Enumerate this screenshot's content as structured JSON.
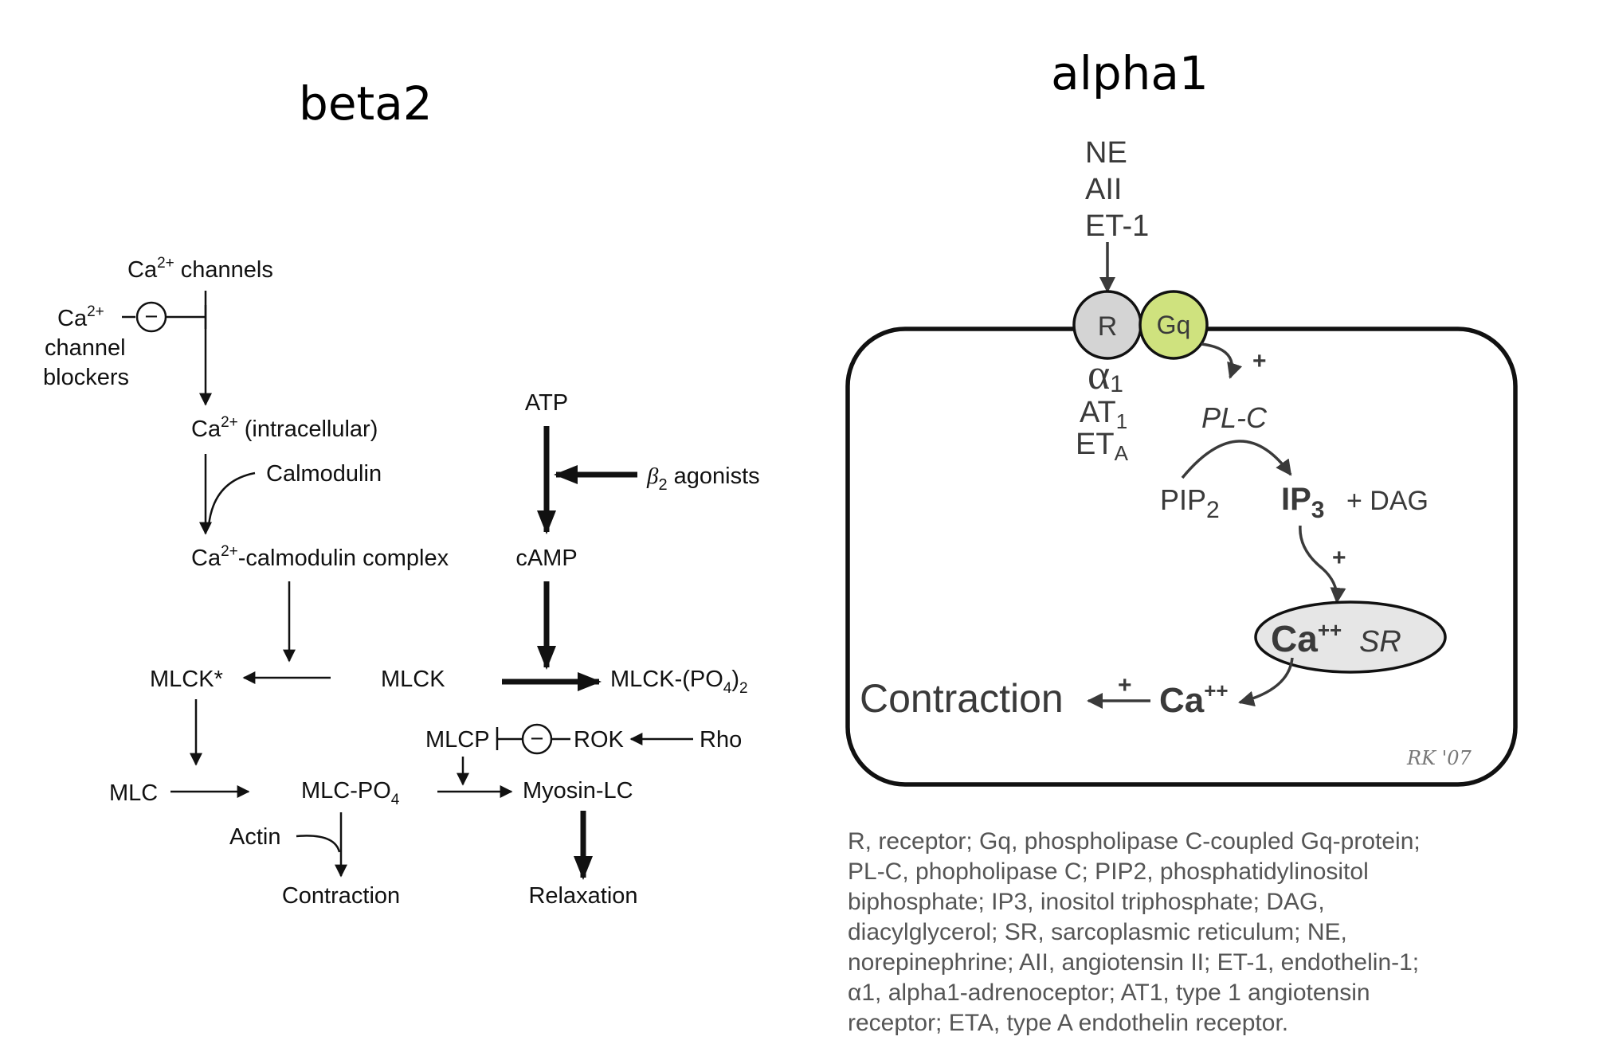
{
  "beta2": {
    "heading": "beta2",
    "ca2_channels": "channels",
    "ca2_pre": "Ca",
    "ca2_sup": "2+",
    "ca_blocker_top": "Ca",
    "ca_blocker_mid": "channel",
    "ca_blocker_bot": "blockers",
    "intracellular": "(intracellular)",
    "calmodulin": "Calmodulin",
    "complex": "-calmodulin complex",
    "atp": "ATP",
    "beta_sym": "β",
    "beta_sub": "2",
    "agonists": " agonists",
    "camp": "cAMP",
    "mlck_star": "MLCK*",
    "mlck": "MLCK",
    "mlck_po4_pre": "MLCK-(PO",
    "mlck_po4_sub": "4",
    "mlck_po4_post": ")",
    "mlck_po4_sub2": "2",
    "mlcp": "MLCP",
    "rok": "ROK",
    "rho": "Rho",
    "minus": "−",
    "mlc": "MLC",
    "mlc_po4_pre": "MLC-PO",
    "mlc_po4_sub": "4",
    "myosin_lc": "Myosin-LC",
    "actin": "Actin",
    "contraction": "Contraction",
    "relaxation": "Relaxation"
  },
  "alpha1": {
    "heading": "alpha1",
    "agonists": [
      "NE",
      "AII",
      "ET-1"
    ],
    "receptor": "R",
    "gprotein": "Gq",
    "alpha_sym": "α",
    "alpha_sub": "1",
    "at_pre": "AT",
    "at_sub": "1",
    "et_pre": "ET",
    "et_sub": "A",
    "plc": "PL-C",
    "pip": "PIP",
    "pip_sub": "2",
    "ip": "IP",
    "ip_sub": "3",
    "dag": "+ DAG",
    "plus": "+",
    "ca_sr": "Ca",
    "ca_sup": "++",
    "sr": "SR",
    "contraction": "Contraction",
    "ca_free": "Ca",
    "ca_free_sup": "++",
    "signature": "RK '07",
    "colors": {
      "receptor_fill": "#d4d4d4",
      "gq_fill": "#cfe27e",
      "ip3": "#e03a3e",
      "calcium": "#1f6b46",
      "sr_fill": "#e6e6e6"
    }
  },
  "caption": [
    "R, receptor; Gq, phospholipase C-coupled Gq-protein;",
    "PL-C, phopholipase C; PIP2, phosphatidylinositol",
    "biphosphate; IP3, inositol triphosphate; DAG,",
    "diacylglycerol; SR, sarcoplasmic reticulum; NE,",
    "norepinephrine; AII, angiotensin II; ET-1, endothelin-1;",
    "α1, alpha1-adrenoceptor; AT1, type 1 angiotensin",
    "receptor; ETA, type A endothelin receptor."
  ]
}
